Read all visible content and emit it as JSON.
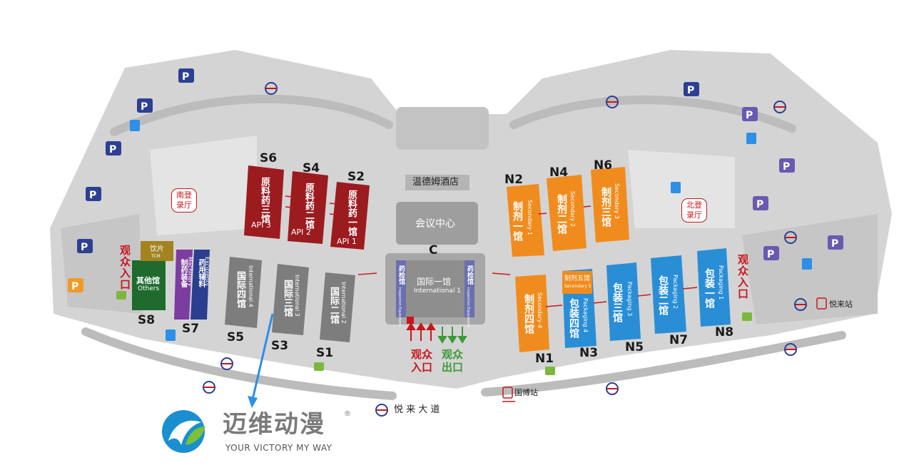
{
  "hotel": {
    "name": "温德姆酒店"
  },
  "conference": {
    "name": "会议中心",
    "code": "C"
  },
  "international1": {
    "name": "国际一馆",
    "name_en": "International 1",
    "left_label": "药检馆",
    "left_label_en": "Inspection Equipment",
    "right_label": "药检馆",
    "right_label_en": "Inspection Equipment"
  },
  "entrances": {
    "visitor_entry": "观众入口",
    "visitor_exit": "观众出口",
    "south_registration": "南登录厅",
    "north_registration": "北登录厅"
  },
  "stations": {
    "north": "悦来站",
    "south": "国博站"
  },
  "road": {
    "name": "悦 来 大 道"
  },
  "halls_north_top": [
    {
      "code": "S6",
      "name": "原料药三馆",
      "name_en": "API 3"
    },
    {
      "code": "S4",
      "name": "原料药二馆",
      "name_en": "API 2"
    },
    {
      "code": "S2",
      "name": "原料药一馆",
      "name_en": "API 1"
    }
  ],
  "halls_south_bottom": [
    {
      "code": "S8",
      "name": "其他馆",
      "name_en": "Others",
      "top_label": "饮片",
      "top_label_en": "TCM"
    },
    {
      "code": "S7",
      "name": "制药装备",
      "name_en": "Machinery",
      "name2": "药用辅料",
      "name2_en": "Excipients"
    },
    {
      "code": "S5",
      "name": "国际四馆",
      "name_en": "International 4"
    },
    {
      "code": "S3",
      "name": "国际三馆",
      "name_en": "International 3"
    },
    {
      "code": "S1",
      "name": "国际二馆",
      "name_en": "International 2"
    }
  ],
  "halls_north_upper": [
    {
      "code": "N2",
      "name": "制剂一馆",
      "name_en": "Secondary 1"
    },
    {
      "code": "N4",
      "name": "制剂二馆",
      "name_en": "Secondary 2"
    },
    {
      "code": "N6",
      "name": "制剂三馆",
      "name_en": "Secondary 3"
    }
  ],
  "halls_north_lower": [
    {
      "code": "N1",
      "name": "制剂四馆",
      "name_en": "Secondary 4"
    },
    {
      "code": "N3",
      "name": "包装四馆",
      "name_en": "Packaging 4",
      "top_label": "制剂五馆",
      "top_label_en": "Secondary 5"
    },
    {
      "code": "N5",
      "name": "包装三馆",
      "name_en": "Packaging 3"
    },
    {
      "code": "N7",
      "name": "包装二馆",
      "name_en": "Packaging 2"
    },
    {
      "code": "N8",
      "name": "包装一馆",
      "name_en": "Packaging 1"
    }
  ],
  "logo": {
    "name": "迈维动漫",
    "tagline": "YOUR VICTORY MY WAY",
    "registered": "®"
  },
  "colors": {
    "api": "#9b1b1f",
    "international": "#7d7d7d",
    "secondary": "#f08c1e",
    "packaging": "#2a8ed6",
    "others": "#1f6b2e",
    "tcm": "#a28320",
    "machinery": "#7b3da0",
    "excipients": "#2a3f8f",
    "entry_red": "#c8161d",
    "exit_green": "#3a9b35",
    "parking": "#2d3f93",
    "ground": "#d4d4d4",
    "road": "#bdbdbd"
  },
  "icons": [
    "parking-icon",
    "bus-icon",
    "metro-icon",
    "toilet-icon",
    "taxi-icon"
  ]
}
